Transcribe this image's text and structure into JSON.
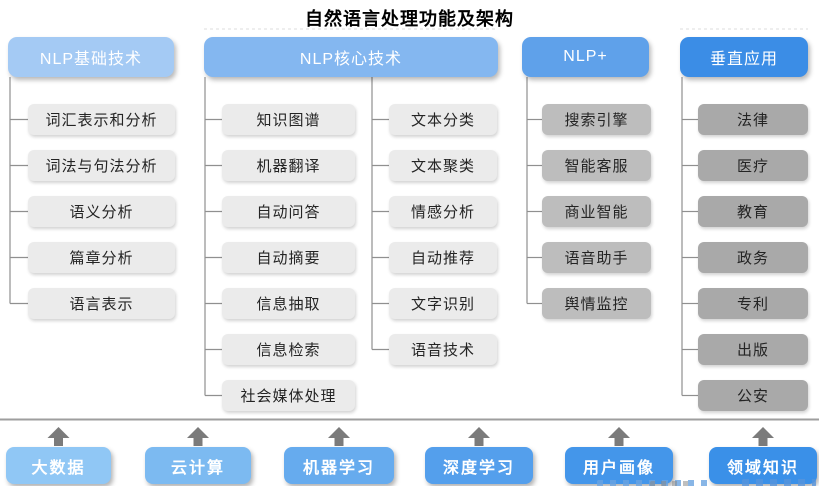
{
  "title": "自然语言处理功能及架构",
  "colors": {
    "connector_line": "#909090",
    "separator_line": "#9e9e9e",
    "arrow": "#7b7b7b",
    "dashed_guide": "#dcdcdc"
  },
  "columns": [
    {
      "id": "nlp-basic",
      "header": "NLP基础技术",
      "header_color": "#a4caf4",
      "item_color": "#ebebeb",
      "subcolumns": [
        [
          "词汇表示和分析",
          "词法与句法分析",
          "语义分析",
          "篇章分析",
          "语言表示"
        ]
      ]
    },
    {
      "id": "nlp-core",
      "header": "NLP核心技术",
      "header_color": "#84b7f0",
      "item_color": "#ebebeb",
      "subcolumns": [
        [
          "知识图谱",
          "机器翻译",
          "自动问答",
          "自动摘要",
          "信息抽取",
          "信息检索",
          "社会媒体处理"
        ],
        [
          "文本分类",
          "文本聚类",
          "情感分析",
          "自动推荐",
          "文字识别",
          "语音技术"
        ]
      ]
    },
    {
      "id": "nlp-plus",
      "header": "NLP+",
      "header_color": "#5fa1ea",
      "item_color": "#bdbdbd",
      "subcolumns": [
        [
          "搜索引擎",
          "智能客服",
          "商业智能",
          "语音助手",
          "舆情监控"
        ]
      ]
    },
    {
      "id": "vertical-apps",
      "header": "垂直应用",
      "header_color": "#3b8de6",
      "item_color": "#a9a9a9",
      "subcolumns": [
        [
          "法律",
          "医疗",
          "教育",
          "政务",
          "专利",
          "出版",
          "公安"
        ]
      ]
    }
  ],
  "foundation": [
    {
      "label": "大数据",
      "color": "#90c7f5"
    },
    {
      "label": "云计算",
      "color": "#7cbaf1"
    },
    {
      "label": "机器学习",
      "color": "#66abee"
    },
    {
      "label": "深度学习",
      "color": "#549fec"
    },
    {
      "label": "用户画像",
      "color": "#4496ea"
    },
    {
      "label": "领域知识",
      "color": "#3a90e8"
    }
  ]
}
